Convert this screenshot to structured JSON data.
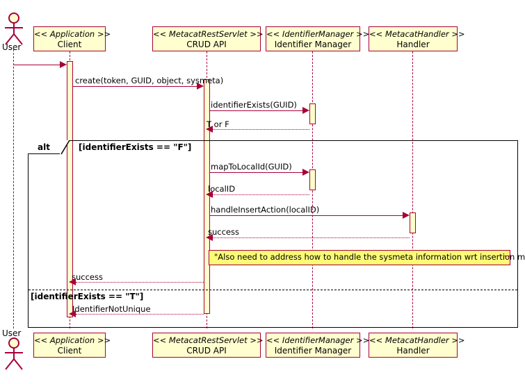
{
  "diagram": {
    "type": "uml-sequence-diagram",
    "colors": {
      "line": "#A80036",
      "participant_fill": "#FEFECE",
      "note_fill": "#FBFB77",
      "frame_line": "#000000"
    }
  },
  "actor": {
    "name": "User",
    "icon": "stick-figure-actor-icon"
  },
  "participants": [
    {
      "stereotype": "<< Application >>",
      "name": "Client"
    },
    {
      "stereotype": "<< MetacatRestServlet >>",
      "name": "CRUD API"
    },
    {
      "stereotype": "<< IdentifierManager >>",
      "name": "Identifier Manager"
    },
    {
      "stereotype": "<< MetacatHandler >>",
      "name": "Handler"
    }
  ],
  "messages": [
    {
      "label": "",
      "from": "User",
      "to": "Client",
      "style": "solid"
    },
    {
      "label": "create(token, GUID, object, sysmeta)",
      "from": "Client",
      "to": "CRUD API",
      "style": "solid"
    },
    {
      "label": "identifierExists(GUID)",
      "from": "CRUD API",
      "to": "Identifier Manager",
      "style": "solid"
    },
    {
      "label": "T or F",
      "from": "Identifier Manager",
      "to": "CRUD API",
      "style": "dotted"
    },
    {
      "label": "mapToLocalId(GUID)",
      "from": "CRUD API",
      "to": "Identifier Manager",
      "style": "solid"
    },
    {
      "label": "localID",
      "from": "Identifier Manager",
      "to": "CRUD API",
      "style": "dotted"
    },
    {
      "label": "handleInsertAction(localID)",
      "from": "CRUD API",
      "to": "Handler",
      "style": "solid"
    },
    {
      "label": "success",
      "from": "Handler",
      "to": "CRUD API",
      "style": "dotted"
    },
    {
      "label": "success",
      "from": "CRUD API",
      "to": "Client",
      "style": "dotted"
    },
    {
      "label": "IdentifierNotUnique",
      "from": "CRUD API",
      "to": "Client",
      "style": "dotted"
    }
  ],
  "fragment": {
    "operator": "alt",
    "branches": [
      {
        "condition": "[identifierExists == \"F\"]"
      },
      {
        "condition": "[identifierExists == \"T\"]"
      }
    ]
  },
  "note": {
    "text": "\"Also need to address how to handle the sysmeta information wrt insertion methods\""
  }
}
